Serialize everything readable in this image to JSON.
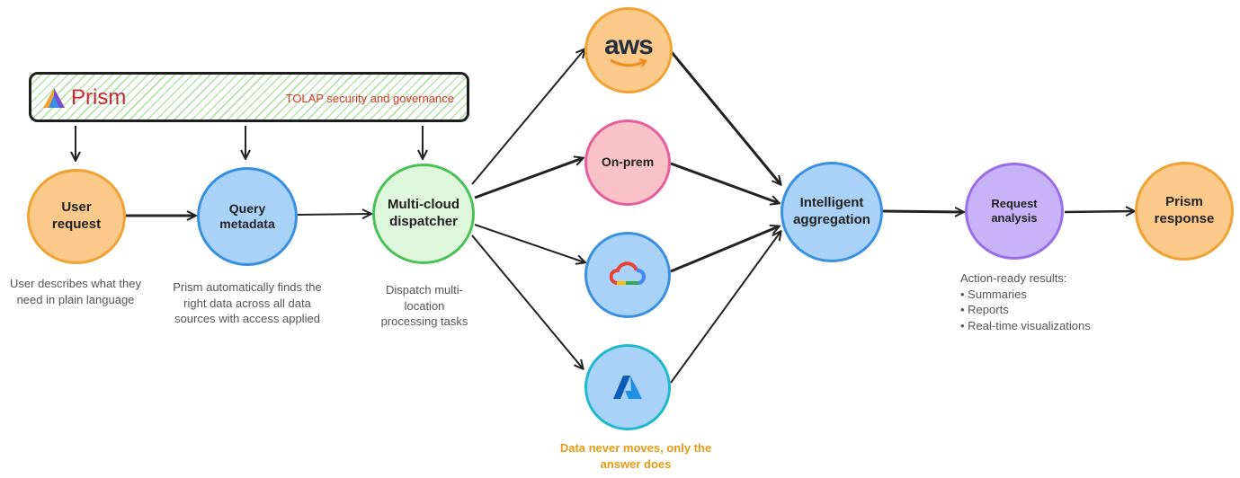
{
  "banner": {
    "brand": "Prism",
    "governance": "TOLAP security and governance"
  },
  "nodes": {
    "user_request": "User request",
    "query_metadata": "Query metadata",
    "dispatcher": "Multi-cloud dispatcher",
    "onprem": "On-prem",
    "aggregation": "Intelligent aggregation",
    "request_analysis": "Request analysis",
    "prism_response": "Prism response"
  },
  "logos": {
    "aws": "aws",
    "gcp": "cloud-icon",
    "azure": "azure-icon"
  },
  "descriptions": {
    "user_request": "User describes what they need in plain language",
    "query_metadata": "Prism automatically finds the right data across all data sources with access applied",
    "dispatcher": "Dispatch multi-location processing tasks",
    "results_title": "Action-ready results:",
    "results": [
      "Summaries",
      "Reports",
      "Real-time visualizations"
    ]
  },
  "note": "Data never moves, only the answer does",
  "colors": {
    "orange": "#f0a334",
    "blue": "#3b8fe0",
    "green": "#49c155",
    "pink": "#e45f9c",
    "cyan": "#1fb8cf",
    "purple": "#9b6de6",
    "accent_red": "#c62a3a",
    "note_orange": "#e49a12"
  }
}
